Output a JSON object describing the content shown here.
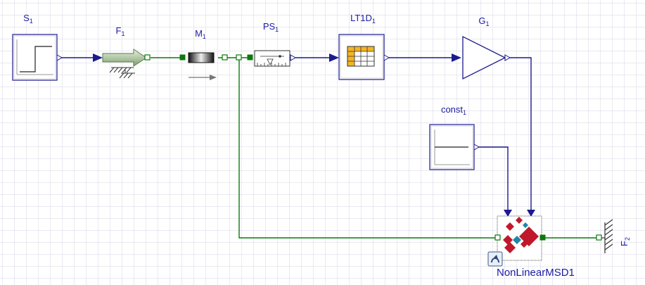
{
  "components": {
    "step": {
      "name": "S",
      "sub": "1"
    },
    "force": {
      "name": "F",
      "sub": "1"
    },
    "mass": {
      "name": "M",
      "sub": "1"
    },
    "position_sensor": {
      "name": "PS",
      "sub": "1"
    },
    "lookup_table": {
      "name": "LT1D",
      "sub": "1"
    },
    "gain": {
      "name": "G",
      "sub": "1"
    },
    "constant": {
      "name": "const",
      "sub": "1"
    },
    "msd": {
      "name": "NonLinearMSD1"
    },
    "fixed": {
      "name": "F",
      "sub": "2"
    }
  },
  "colors": {
    "signal_wire": "#1b1b8c",
    "mechanical_wire": "#0b7a0b",
    "label": "#1a1aa6",
    "grid": "#d4d4e6"
  }
}
